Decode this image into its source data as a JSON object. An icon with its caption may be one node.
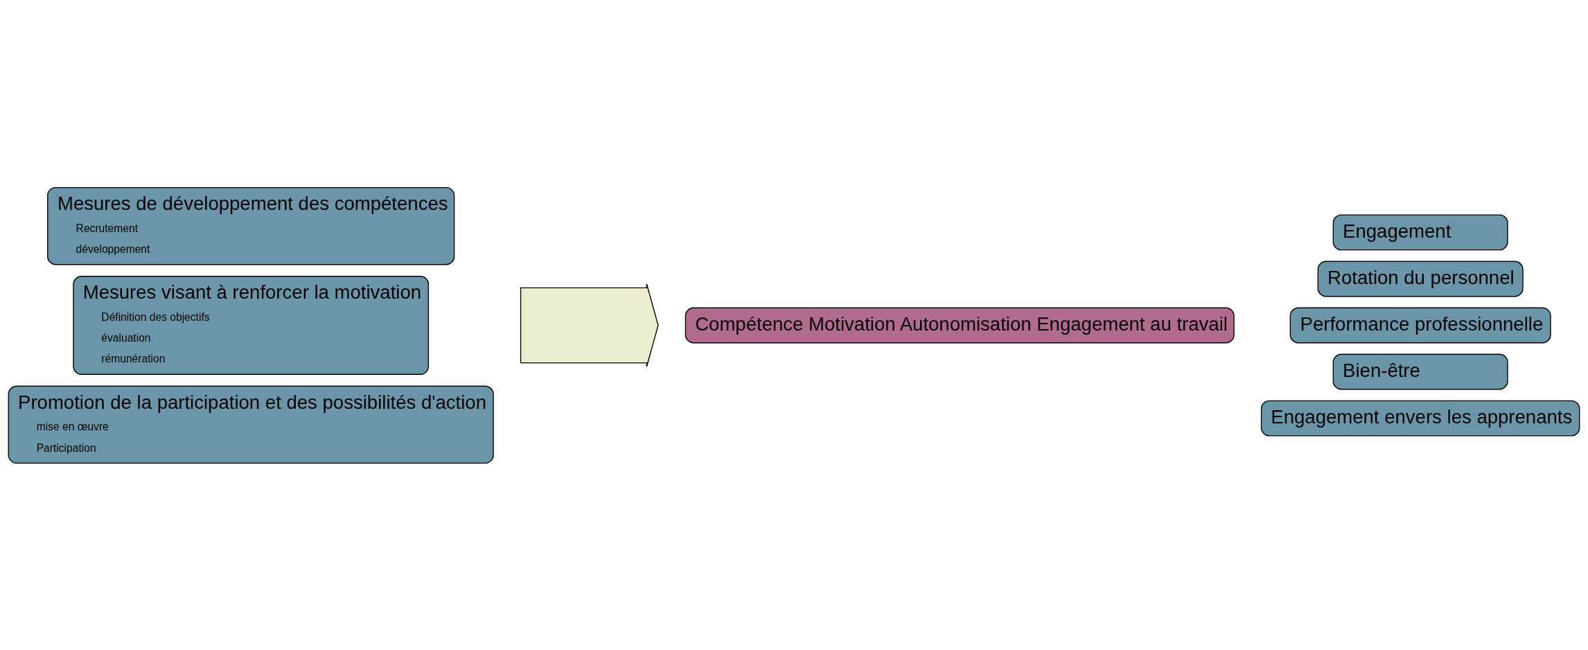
{
  "diagram": {
    "nodes": [
      {
        "text": [
          "Mesures de développement des compétences",
          "Recrutement",
          "développement"
        ]
      },
      {
        "text": [
          "Mesures visant à renforcer la motivation",
          "Définition des objectifs",
          "évaluation",
          "rémunération"
        ]
      },
      {
        "text": [
          "Promotion de la participation et des possibilités d'action",
          "mise en œuvre",
          "Participation"
        ]
      },
      {
        "text": [],
        "shape": "arrow"
      },
      {
        "text": [
          "Compétence Motivation Autonomisation Engagement au travail"
        ]
      },
      {
        "text": [
          "Engagement"
        ]
      },
      {
        "text": [
          "Rotation du personnel"
        ]
      },
      {
        "text": [
          "Performance professionnelle"
        ]
      },
      {
        "text": [
          "Bien-être"
        ]
      },
      {
        "text": [
          "Engagement envers les apprenants"
        ]
      }
    ],
    "edges": []
  }
}
